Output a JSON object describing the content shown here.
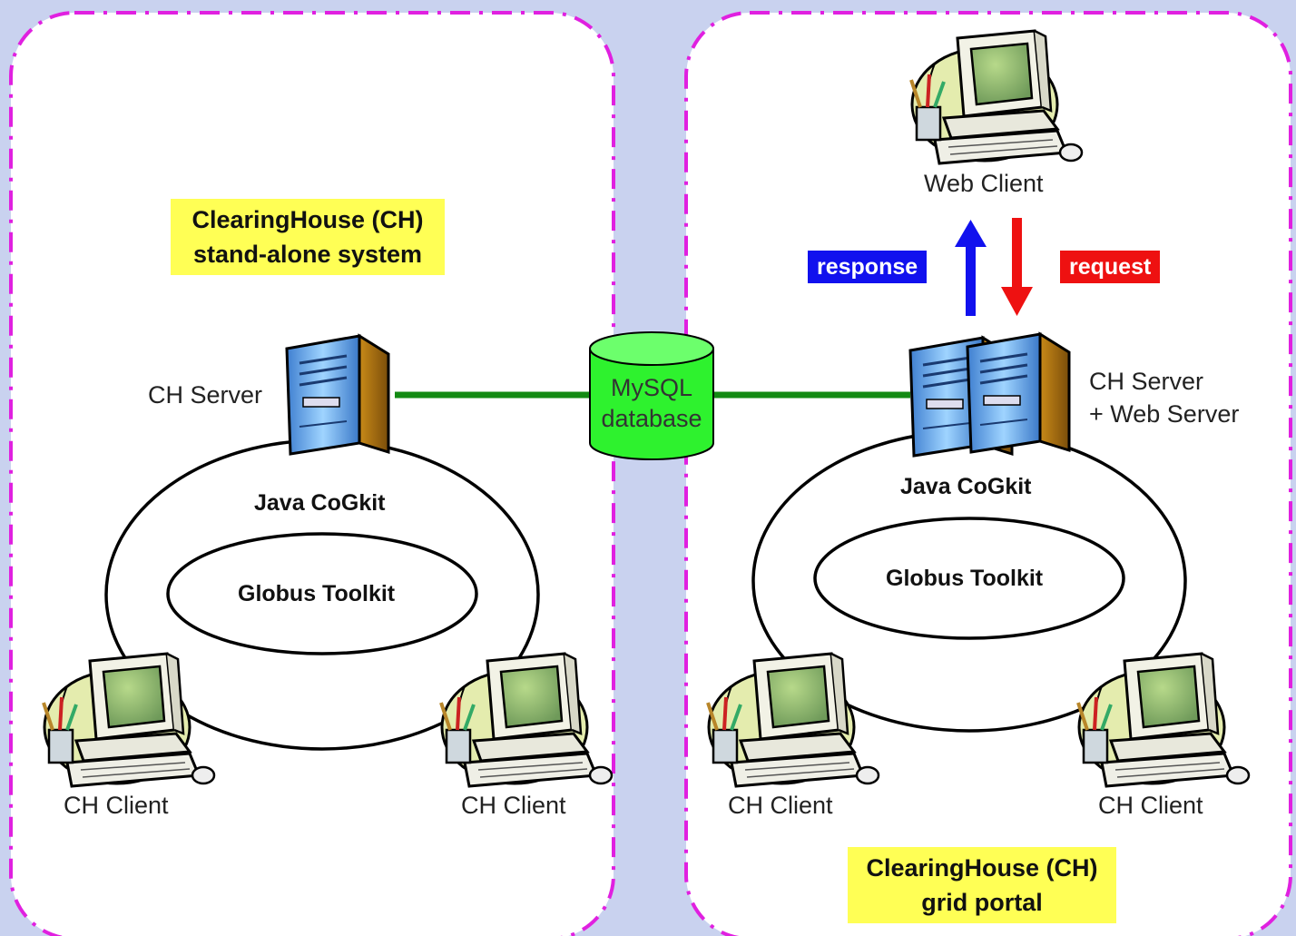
{
  "colors": {
    "background": "#c9d2ef",
    "panel_border": "#e020e0",
    "link_line": "#138a13",
    "database_fill": "#2ef22e",
    "response": "#1111ee",
    "request": "#ee1111",
    "highlight": "#ffff55"
  },
  "left_panel": {
    "title_line1": "ClearingHouse (CH)",
    "title_line2": "stand-alone system",
    "server_label": "CH Server",
    "outer_ring": "Java CoGkit",
    "inner_ring": "Globus Toolkit",
    "client_left": "CH Client",
    "client_right": "CH Client"
  },
  "database": {
    "line1": "MySQL",
    "line2": "database"
  },
  "right_panel": {
    "web_client": "Web Client",
    "response_label": "response",
    "request_label": "request",
    "server_line1": "CH Server",
    "server_line2": "+ Web Server",
    "outer_ring": "Java CoGkit",
    "inner_ring": "Globus Toolkit",
    "client_left": "CH Client",
    "client_right": "CH Client",
    "title_line1": "ClearingHouse (CH)",
    "title_line2": "grid portal"
  },
  "icons": [
    "workstation-icon",
    "server-tower-icon",
    "database-cylinder-icon"
  ]
}
